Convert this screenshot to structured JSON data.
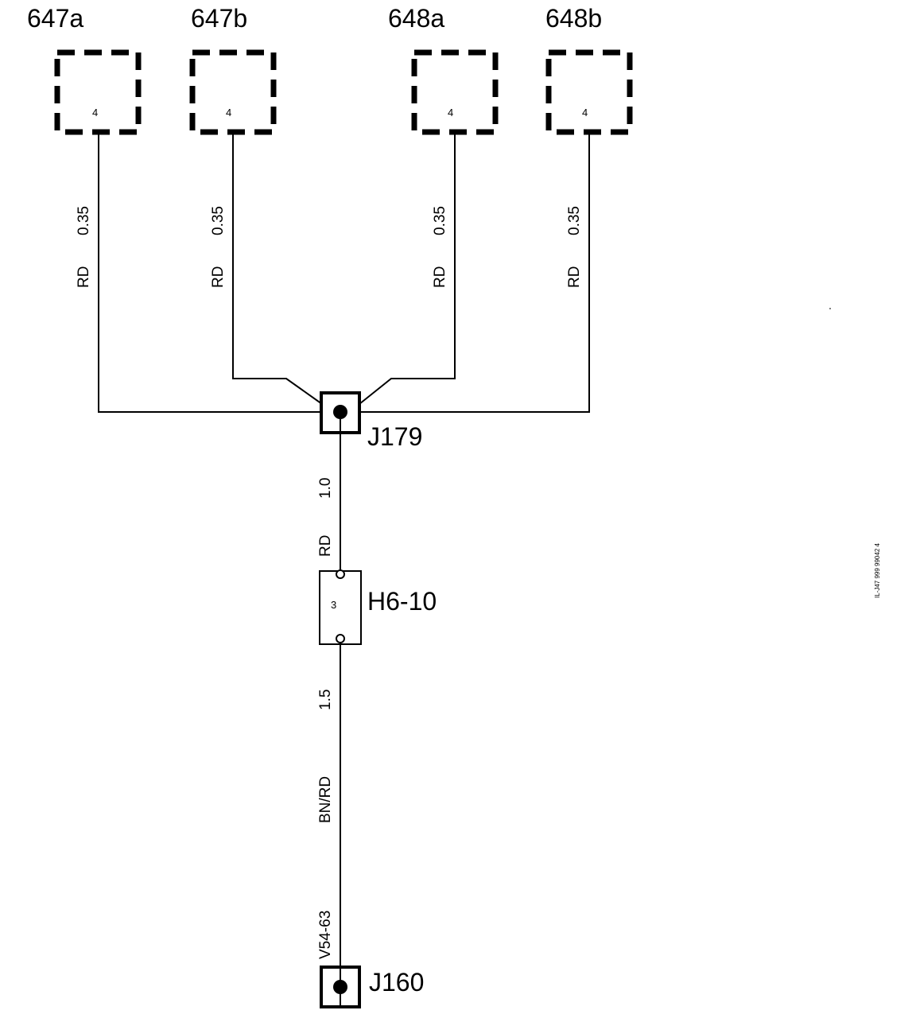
{
  "components": [
    {
      "id": "647a",
      "label": "647a",
      "pin": "4"
    },
    {
      "id": "647b",
      "label": "647b",
      "pin": "4"
    },
    {
      "id": "648a",
      "label": "648a",
      "pin": "4"
    },
    {
      "id": "648b",
      "label": "648b",
      "pin": "4"
    }
  ],
  "branch_wires": [
    {
      "color": "RD",
      "size": "0.35"
    },
    {
      "color": "RD",
      "size": "0.35"
    },
    {
      "color": "RD",
      "size": "0.35"
    },
    {
      "color": "RD",
      "size": "0.35"
    }
  ],
  "junction_top": {
    "label": "J179"
  },
  "wire_to_connector": {
    "color": "RD",
    "size": "1.0"
  },
  "connector": {
    "label": "H6-10",
    "pin": "3"
  },
  "wire_to_bottom": {
    "color": "BN/RD",
    "size": "1.5",
    "ref": "V54-63"
  },
  "junction_bottom": {
    "label": "J160"
  },
  "figure_code": "IL-J47 999 99042 4"
}
